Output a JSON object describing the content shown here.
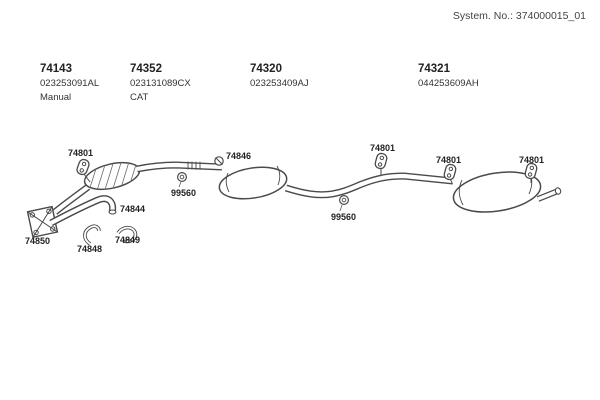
{
  "header": {
    "system_label": "System. No.: 374000015_01"
  },
  "part_groups": [
    {
      "number": "74143",
      "code": "023253091AL",
      "note": "Manual"
    },
    {
      "number": "74352",
      "code": "023131089CX",
      "note": "CAT"
    },
    {
      "number": "74320",
      "code": "023253409AJ",
      "note": ""
    },
    {
      "number": "74321",
      "code": "044253609AH",
      "note": ""
    }
  ],
  "callouts": [
    {
      "label": "74801"
    },
    {
      "label": "74846"
    },
    {
      "label": "74801"
    },
    {
      "label": "74801"
    },
    {
      "label": "74801"
    },
    {
      "label": "99560"
    },
    {
      "label": "99560"
    },
    {
      "label": "74844"
    },
    {
      "label": "74850"
    },
    {
      "label": "74848"
    },
    {
      "label": "74849"
    }
  ]
}
